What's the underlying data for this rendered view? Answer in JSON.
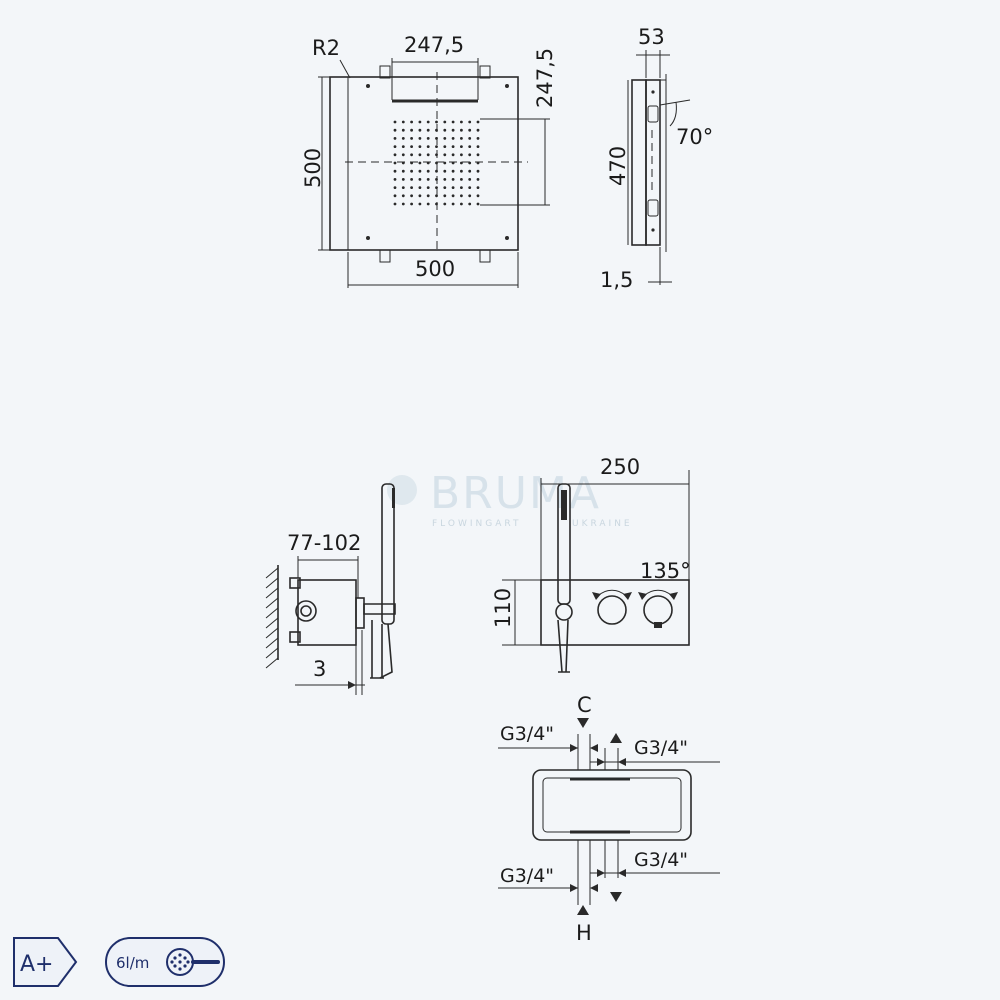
{
  "watermark": {
    "brand": "BRUMA",
    "tagline": "FLOWINGART",
    "region": "UKRAINE"
  },
  "shower_head_front": {
    "corner_radius": "R2",
    "slot_width": "247,5",
    "nozzle_field": "247,5",
    "height": "500",
    "width": "500"
  },
  "shower_head_side": {
    "depth": "53",
    "length": "470",
    "angle": "70°",
    "plate": "1,5"
  },
  "mixer_side": {
    "depth_range": "77-102",
    "wall_offset": "3"
  },
  "mixer_front": {
    "width": "250",
    "height": "110",
    "rotation": "135°"
  },
  "connections": {
    "cold": "C",
    "hot": "H",
    "thread_top_left": "G3/4\"",
    "thread_top_right": "G3/4\"",
    "thread_bottom_left": "G3/4\"",
    "thread_bottom_right": "G3/4\""
  },
  "badges": {
    "energy_class": "A+",
    "flow_rate": "6l/m"
  },
  "colors": {
    "line": "#2a2a2a",
    "badge": "#1f2f6b",
    "background": "#f3f6f9"
  }
}
